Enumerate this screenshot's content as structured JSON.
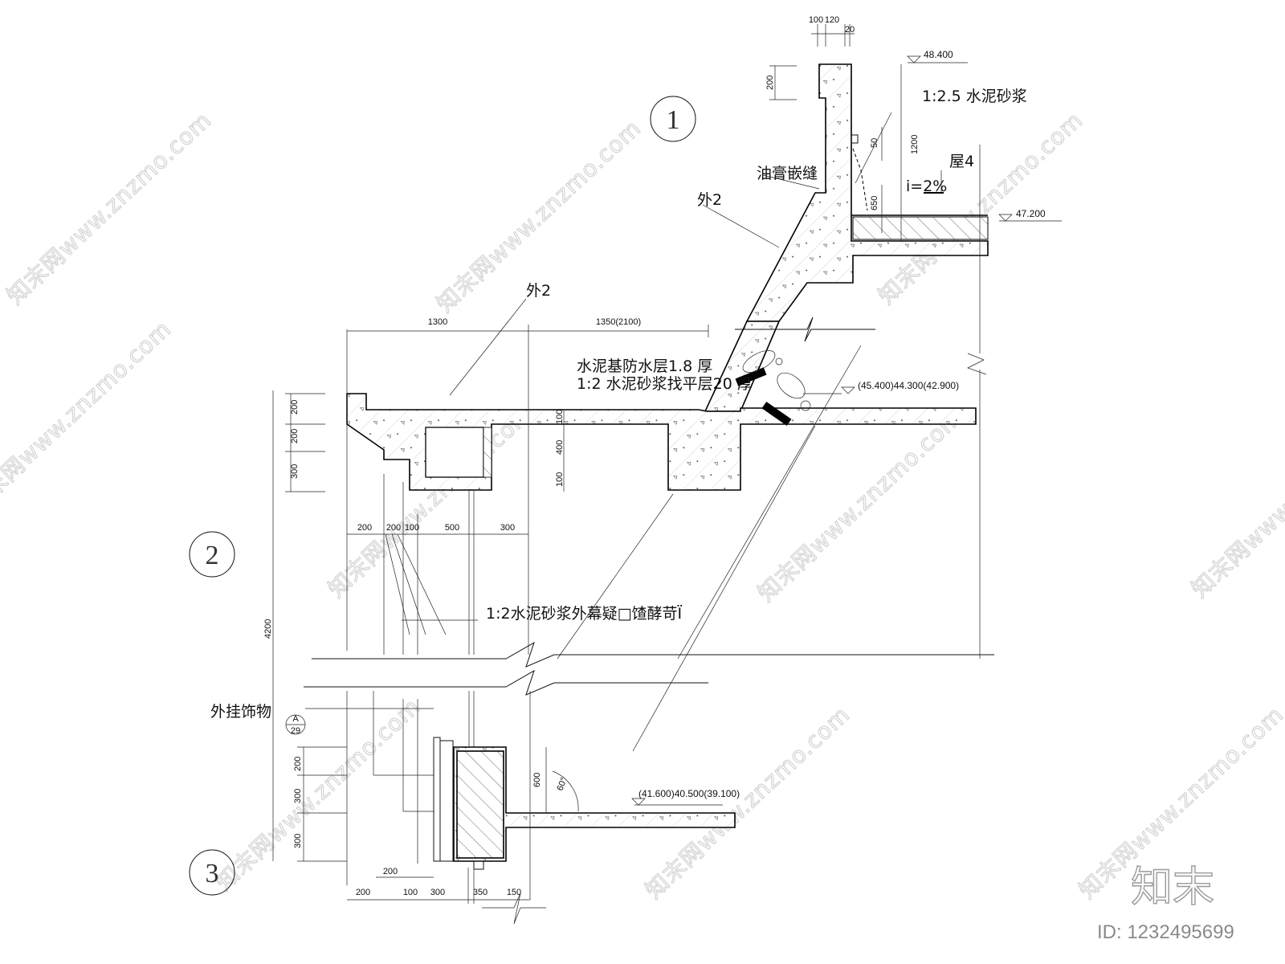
{
  "axes": [
    "1",
    "2",
    "3"
  ],
  "labels": {
    "cement_mortar_top": "1:2.5 水泥砂浆",
    "asphalt_joint": "油膏嵌缝",
    "wai2_upper": "外2",
    "wai2_lower": "外2",
    "roof": "屋4",
    "slope": "i=2%",
    "waterproof": "水泥基防水层1.8 厚",
    "leveling": "1:2 水泥砂浆找平层20 厚",
    "outer_mortar": "1:2水泥砂浆外幕疑□馇酵苛Ï",
    "hanging_decor": "外挂饰物",
    "detail_ref_top": "A",
    "detail_ref_bottom": "29",
    "angle": "60°"
  },
  "levels": {
    "top": "48.400",
    "roof": "47.200",
    "middle": "(45.400)44.300(42.900)",
    "bottom": "(41.600)40.500(39.100)"
  },
  "dimensions": {
    "top": [
      "100",
      "120",
      "20"
    ],
    "parapet_h": "200",
    "d50": "50",
    "d1200": "1200",
    "d650": "650",
    "span_1300": "1300",
    "span_1350": "1350(2100)",
    "left_v": [
      "200",
      "200",
      "300"
    ],
    "beam_v": [
      "100",
      "400",
      "100"
    ],
    "mid_h": [
      "200",
      "200",
      "100",
      "500",
      "300"
    ],
    "total_h": "4200",
    "lower_v": [
      "200",
      "300",
      "300"
    ],
    "d600": "600",
    "d200b": "200",
    "bottom_h": [
      "200",
      "100",
      "300",
      "350",
      "150"
    ]
  },
  "watermark": {
    "text": "知末网www.znzmo.com",
    "brand": "知末",
    "id": "ID: 1232495699"
  }
}
